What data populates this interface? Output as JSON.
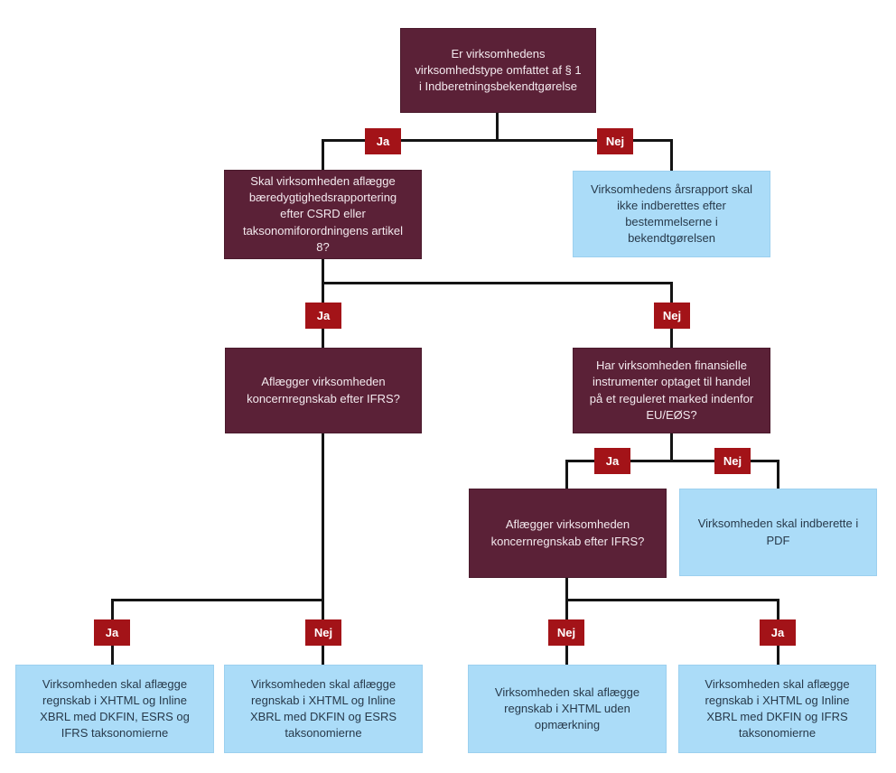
{
  "labels": {
    "yes": "Ja",
    "no": "Nej"
  },
  "colors": {
    "question_box": "#5b2137",
    "answer_box": "#abdcf8",
    "decision_label": "#a31318",
    "question_text": "#f3e9ee",
    "answer_text": "#27394a",
    "connector": "#141414",
    "background": "#ffffff"
  },
  "nodes": {
    "q_scope": {
      "type": "question",
      "text": "Er virksomhedens virksomhedstype omfattet af § 1 i Indberetningsbekendtgørelse"
    },
    "q_csrd": {
      "type": "question",
      "text": "Skal virksomheden aflægge bæredygtighedsrapportering efter CSRD eller taksonomiforordningens artikel 8?"
    },
    "a_no_report": {
      "type": "answer",
      "text": "Virksomhedens årsrapport skal ikke indberettes efter bestemmelserne i bekendtgørelsen"
    },
    "q_ifrs_group": {
      "type": "question",
      "text": "Aflægger virksomheden koncernregnskab efter IFRS?"
    },
    "q_financial_instruments": {
      "type": "question",
      "text": "Har virksomheden finansielle instrumenter optaget til handel på et reguleret marked indenfor EU/EØS?"
    },
    "q_ifrs_group_listed": {
      "type": "question",
      "text": "Aflægger virksomheden koncernregnskab efter IFRS?"
    },
    "a_pdf": {
      "type": "answer",
      "text": "Virksomheden skal indberette i PDF"
    },
    "a_xbrl_dkfin_esrs_ifrs": {
      "type": "answer",
      "text": "Virksomheden skal aflægge regnskab i XHTML og Inline XBRL med DKFIN, ESRS og IFRS taksonomierne"
    },
    "a_xbrl_dkfin_esrs": {
      "type": "answer",
      "text": "Virksomheden skal aflægge regnskab i XHTML og Inline XBRL med DKFIN og ESRS taksonomierne"
    },
    "a_xhtml_no_tagging": {
      "type": "answer",
      "text": "Virksomheden skal aflægge regnskab i XHTML uden opmærkning"
    },
    "a_xbrl_dkfin_ifrs": {
      "type": "answer",
      "text": "Virksomheden skal aflægge regnskab i XHTML og Inline XBRL med DKFIN og IFRS taksonomierne"
    }
  }
}
